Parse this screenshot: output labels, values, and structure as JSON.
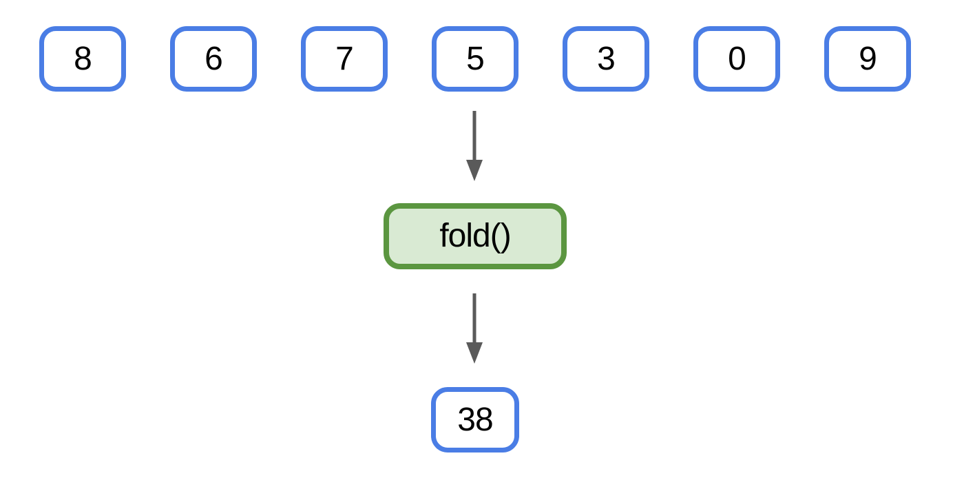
{
  "diagram": {
    "input_row": {
      "values": [
        "8",
        "6",
        "7",
        "5",
        "3",
        "0",
        "9"
      ]
    },
    "operation": {
      "label": "fold()"
    },
    "result": {
      "value": "38"
    },
    "icons": {
      "top_arrow": "arrow-down",
      "bottom_arrow": "arrow-down"
    },
    "colors": {
      "value_box_border": "#4a7de5",
      "value_box_fill": "#ffffff",
      "operation_box_border": "#5b9640",
      "operation_box_fill": "#d9ead3",
      "arrow": "#5a5a5a",
      "text": "#000000",
      "background": "#ffffff"
    }
  }
}
